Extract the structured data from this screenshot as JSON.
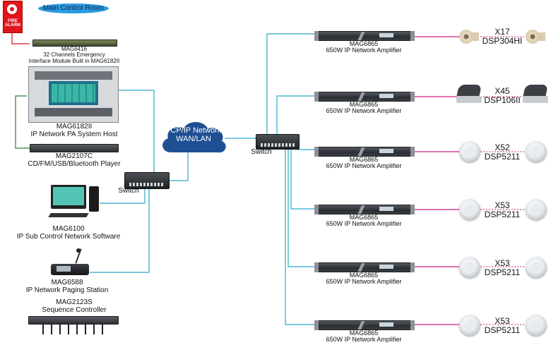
{
  "title_badge": "Main Control Room",
  "fire_alarm": {
    "line1": "FIRE",
    "line2": "ALARM"
  },
  "left_devices": {
    "mag6416": {
      "model": "MAG6416",
      "desc1": "32 Channels Emergency",
      "desc2": "Interface Module Built in MAG6182II"
    },
    "mag6182": {
      "model": "MAG6182II",
      "desc": "IP Network PA System Host"
    },
    "mag2107": {
      "model": "MAG2107C",
      "desc": "CD/FM/USB/Bluetooth Player"
    },
    "switch_left": "Switch",
    "mag6100": {
      "model": "MAG6100",
      "desc": "IP Sub Control Network Software"
    },
    "mag6588": {
      "model": "MAG6588",
      "desc": "IP Network Paging Station"
    },
    "mag2123": {
      "model": "MAG2123S",
      "desc": "Sequence Controller"
    }
  },
  "network": {
    "line1": "TCP/IP Network",
    "line2": "WAN/LAN"
  },
  "switch_right": "Switch",
  "amplifiers": [
    {
      "model": "MAG6865",
      "desc": "650W IP Network Amplifier"
    },
    {
      "model": "MAG6865",
      "desc": "650W IP Network  Amplifier"
    },
    {
      "model": "MAG6865",
      "desc": "650W IP Network  Amplifier"
    },
    {
      "model": "MAG6865",
      "desc": "650W IP Network  Amplifier"
    },
    {
      "model": "MAG6865",
      "desc": "650W IP Network  Amplifier"
    },
    {
      "model": "MAG6865",
      "desc": "650W IP Network  Amplifier"
    }
  ],
  "speakers": [
    {
      "count": "X17",
      "model": "DSP304HI",
      "kind": "horn-speaker-icon"
    },
    {
      "count": "X45",
      "model": "DSP106II",
      "kind": "wall-speaker-icon"
    },
    {
      "count": "X52",
      "model": "DSP5211",
      "kind": "ceiling-speaker-icon"
    },
    {
      "count": "X53",
      "model": "DSP5211",
      "kind": "ceiling-speaker-icon"
    },
    {
      "count": "X53",
      "model": "DSP5211",
      "kind": "ceiling-speaker-icon"
    },
    {
      "count": "X53",
      "model": "DSP5211",
      "kind": "ceiling-speaker-icon"
    }
  ],
  "colors": {
    "network_line": "#2aa9c9",
    "speaker_line": "#cc1f86",
    "device_line": "#2f7d3a",
    "alarm_red": "#e0161c",
    "badge_blue": "#2b9ae0"
  }
}
